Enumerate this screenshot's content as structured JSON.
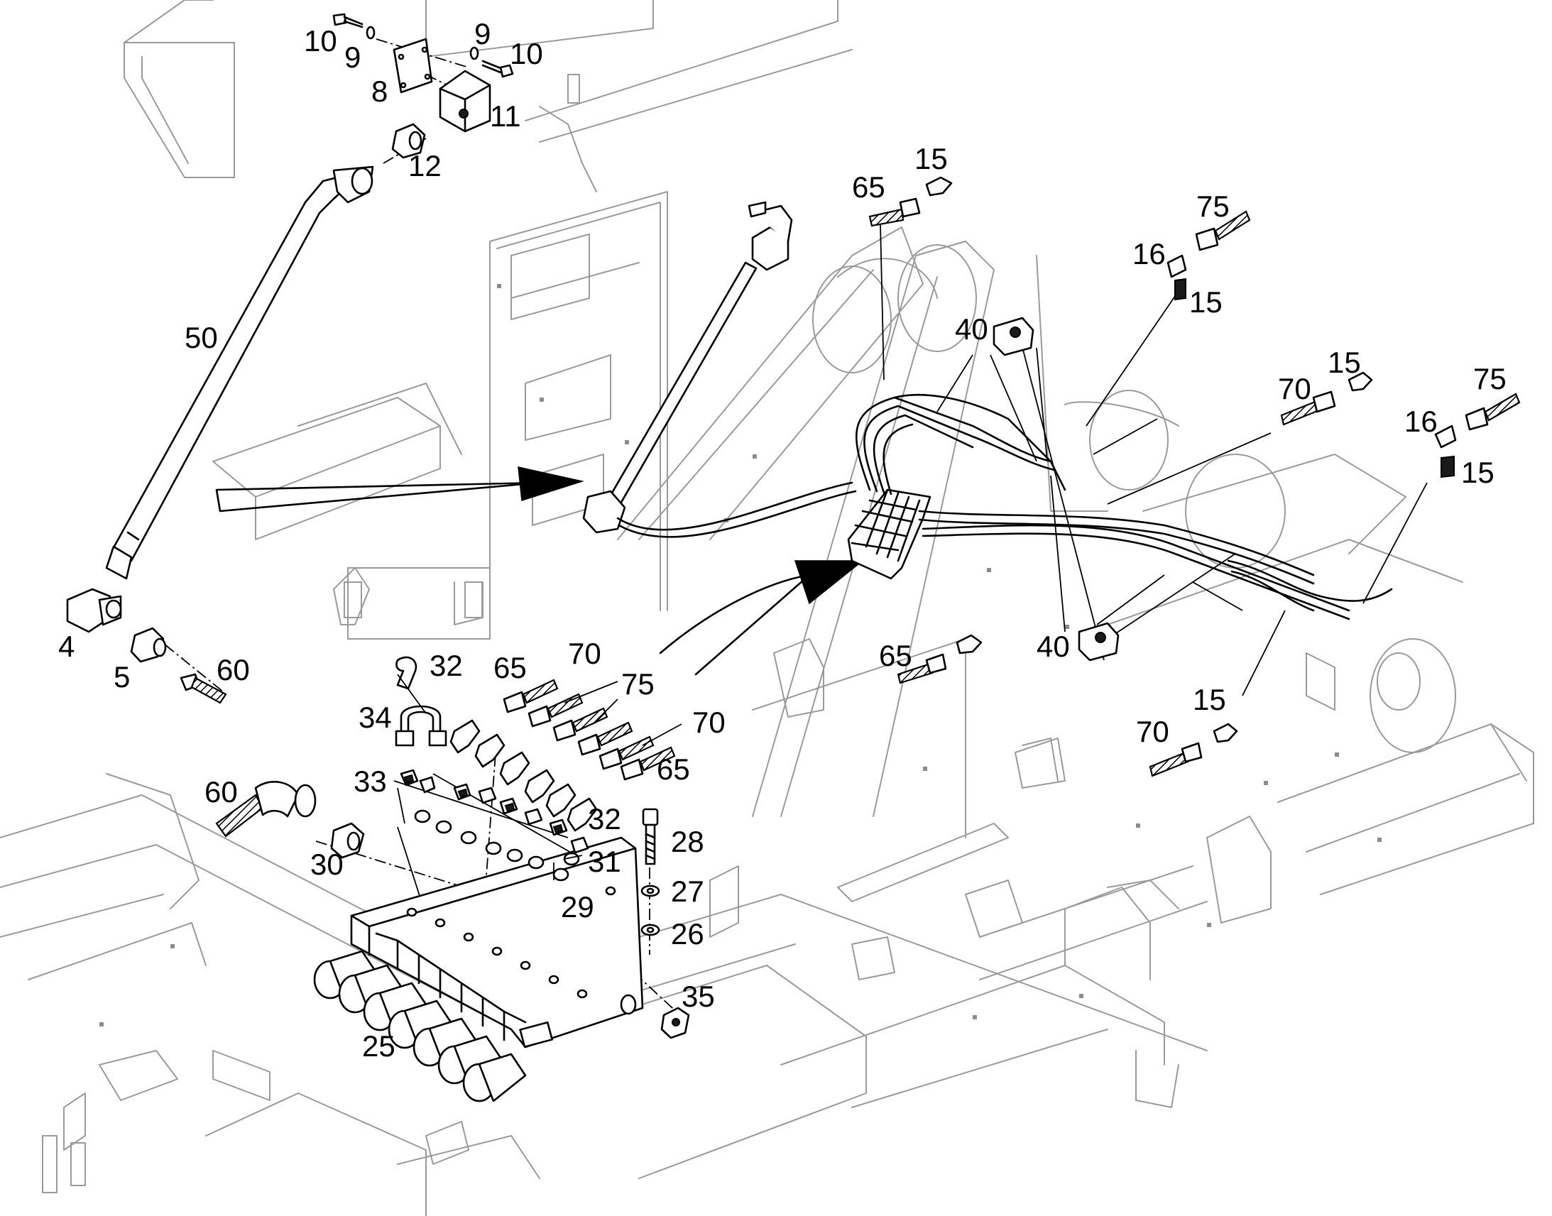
{
  "diagram": {
    "type": "exploded parts drawing",
    "callouts": [
      {
        "id": "c10a",
        "text": "10"
      },
      {
        "id": "c9a",
        "text": "9"
      },
      {
        "id": "c9b",
        "text": "9"
      },
      {
        "id": "c10b",
        "text": "10"
      },
      {
        "id": "c8",
        "text": "8"
      },
      {
        "id": "c11",
        "text": "11"
      },
      {
        "id": "c12",
        "text": "12"
      },
      {
        "id": "c50",
        "text": "50"
      },
      {
        "id": "c4",
        "text": "4"
      },
      {
        "id": "c5",
        "text": "5"
      },
      {
        "id": "c60a",
        "text": "60"
      },
      {
        "id": "c65a",
        "text": "65"
      },
      {
        "id": "c15a",
        "text": "15"
      },
      {
        "id": "c75a",
        "text": "75"
      },
      {
        "id": "c16a",
        "text": "16"
      },
      {
        "id": "c15b",
        "text": "15"
      },
      {
        "id": "c40a",
        "text": "40"
      },
      {
        "id": "c15c",
        "text": "15"
      },
      {
        "id": "c70a",
        "text": "70"
      },
      {
        "id": "c75b",
        "text": "75"
      },
      {
        "id": "c16b",
        "text": "16"
      },
      {
        "id": "c15d",
        "text": "15"
      },
      {
        "id": "c65b",
        "text": "65"
      },
      {
        "id": "c40b",
        "text": "40"
      },
      {
        "id": "c15e",
        "text": "15"
      },
      {
        "id": "c70b",
        "text": "70"
      },
      {
        "id": "c32a",
        "text": "32"
      },
      {
        "id": "c65c",
        "text": "65"
      },
      {
        "id": "c70c",
        "text": "70"
      },
      {
        "id": "c75c",
        "text": "75"
      },
      {
        "id": "c34",
        "text": "34"
      },
      {
        "id": "c70d",
        "text": "70"
      },
      {
        "id": "c33",
        "text": "33"
      },
      {
        "id": "c65d",
        "text": "65"
      },
      {
        "id": "c60b",
        "text": "60"
      },
      {
        "id": "c32b",
        "text": "32"
      },
      {
        "id": "c28",
        "text": "28"
      },
      {
        "id": "c30",
        "text": "30"
      },
      {
        "id": "c31",
        "text": "31"
      },
      {
        "id": "c29",
        "text": "29"
      },
      {
        "id": "c27",
        "text": "27"
      },
      {
        "id": "c26",
        "text": "26"
      },
      {
        "id": "c35",
        "text": "35"
      },
      {
        "id": "c25",
        "text": "25"
      }
    ]
  }
}
